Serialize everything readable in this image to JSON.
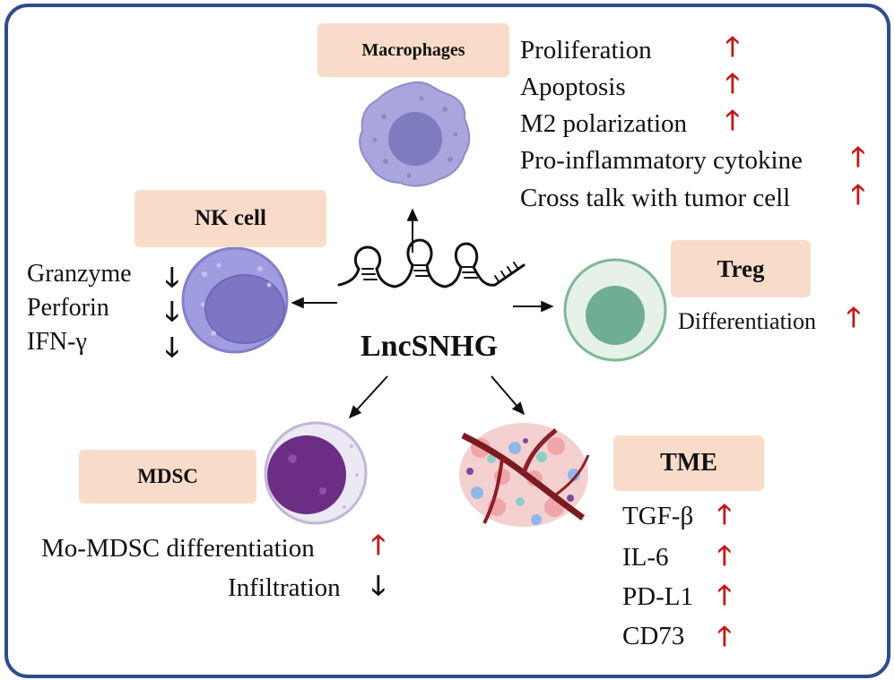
{
  "center_label": "LncSNHG",
  "macrophages": {
    "title": "Macrophages",
    "effects": [
      {
        "label": "Proliferation",
        "direction": "up"
      },
      {
        "label": "Apoptosis",
        "direction": "up"
      },
      {
        "label": "M2 polarization",
        "direction": "up"
      },
      {
        "label": "Pro-inflammatory cytokine",
        "direction": "up"
      },
      {
        "label": "Cross talk with tumor cell",
        "direction": "up"
      }
    ]
  },
  "nk_cell": {
    "title": "NK cell",
    "effects": [
      {
        "label": "Granzyme",
        "direction": "down"
      },
      {
        "label": "Perforin",
        "direction": "down"
      },
      {
        "label": "IFN-γ",
        "direction": "down"
      }
    ]
  },
  "treg": {
    "title": "Treg",
    "effects": [
      {
        "label": "Differentiation",
        "direction": "up"
      }
    ]
  },
  "mdsc": {
    "title": "MDSC",
    "effects": [
      {
        "label": "Mo-MDSC differentiation",
        "direction": "up"
      },
      {
        "label": "Infiltration",
        "direction": "down"
      }
    ]
  },
  "tme": {
    "title": "TME",
    "effects": [
      {
        "label": "TGF-β",
        "direction": "up"
      },
      {
        "label": "IL-6",
        "direction": "up"
      },
      {
        "label": "PD-L1",
        "direction": "up"
      },
      {
        "label": "CD73",
        "direction": "up"
      }
    ]
  },
  "arrow_glyphs": {
    "up": "🡑",
    "down": "🡓"
  },
  "colors": {
    "frame": "#2c4d8c",
    "label_box": "#f8dcc9",
    "up_arrow": "#c41818",
    "down_arrow": "#111111",
    "macrophage_cell": "#a8a6dc",
    "nk_cell": "#9f9ce0",
    "treg_cell": "#6fae95",
    "mdsc_cell": "#6c2d84"
  }
}
